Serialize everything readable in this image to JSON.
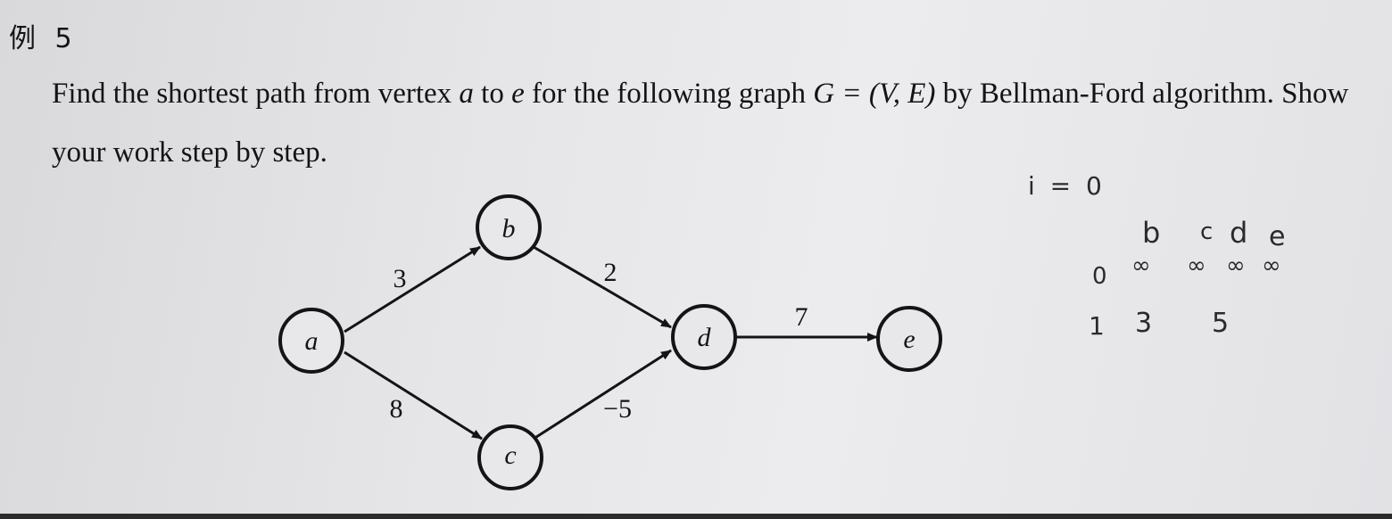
{
  "example": {
    "label": "例 5"
  },
  "problem": {
    "part1": "Find the shortest path from vertex ",
    "v_from": "a",
    "part2": " to ",
    "v_to": "e",
    "part3": " for the following graph ",
    "graph_expr": "G = (V, E)",
    "part4": " by Bellman-Ford algorithm. Show your work step by step."
  },
  "graph": {
    "nodes": [
      "a",
      "b",
      "c",
      "d",
      "e"
    ],
    "edges": [
      {
        "from": "a",
        "to": "b",
        "weight": "3"
      },
      {
        "from": "a",
        "to": "c",
        "weight": "8"
      },
      {
        "from": "b",
        "to": "d",
        "weight": "2"
      },
      {
        "from": "c",
        "to": "d",
        "weight": "−5"
      },
      {
        "from": "d",
        "to": "e",
        "weight": "7"
      }
    ]
  },
  "notes": {
    "iteration": "i = 0",
    "headers": [
      "b",
      "c",
      "d",
      "e"
    ],
    "row1": [
      "0",
      "∞",
      "∞",
      "∞",
      "∞"
    ],
    "row2": [
      "1",
      "3",
      "5"
    ]
  }
}
